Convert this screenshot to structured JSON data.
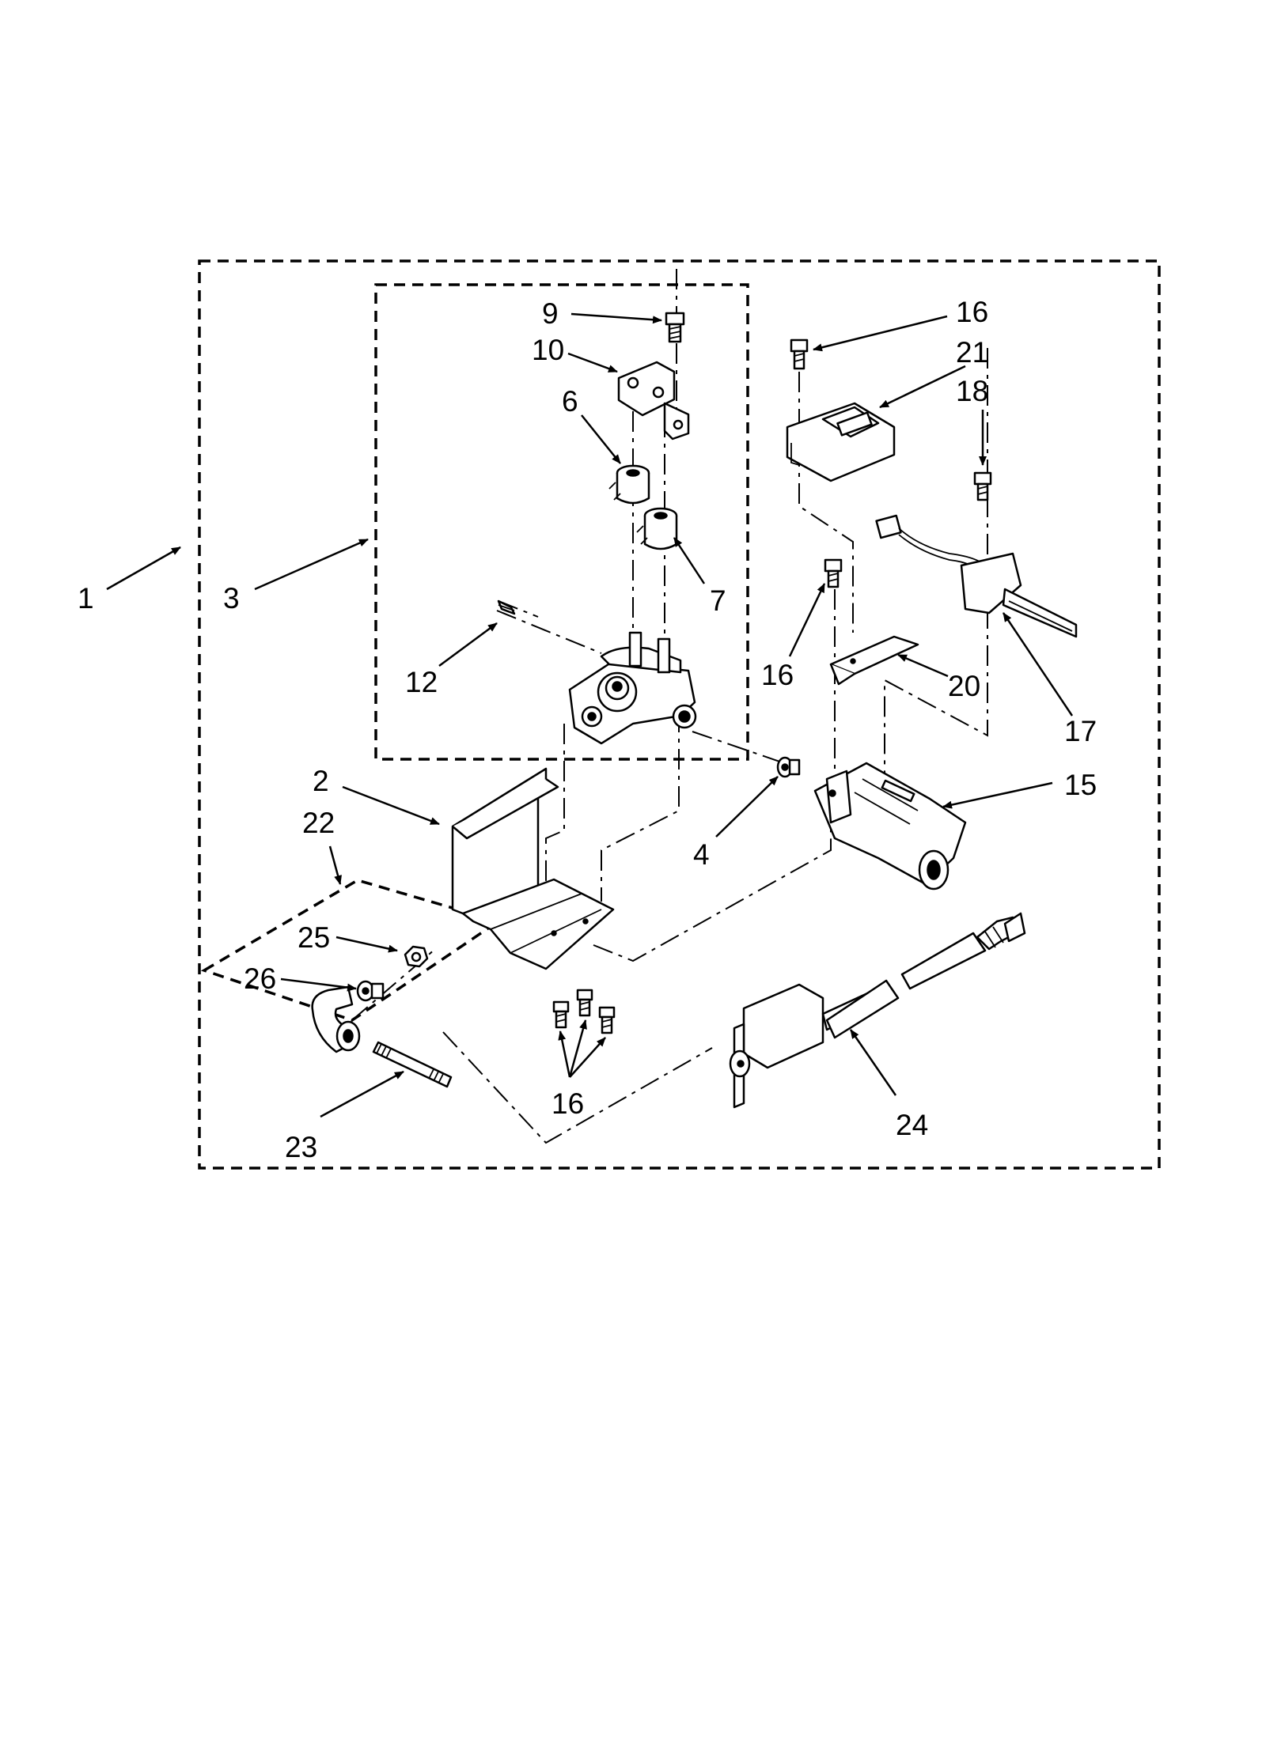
{
  "diagram": {
    "callouts": {
      "c1": "1",
      "c2": "2",
      "c3": "3",
      "c4": "4",
      "c6": "6",
      "c7": "7",
      "c9": "9",
      "c10": "10",
      "c12": "12",
      "c15": "15",
      "c16a": "16",
      "c16b": "16",
      "c16c": "16",
      "c17": "17",
      "c18": "18",
      "c20": "20",
      "c21": "21",
      "c22": "22",
      "c23": "23",
      "c24": "24",
      "c25": "25",
      "c26": "26"
    }
  }
}
